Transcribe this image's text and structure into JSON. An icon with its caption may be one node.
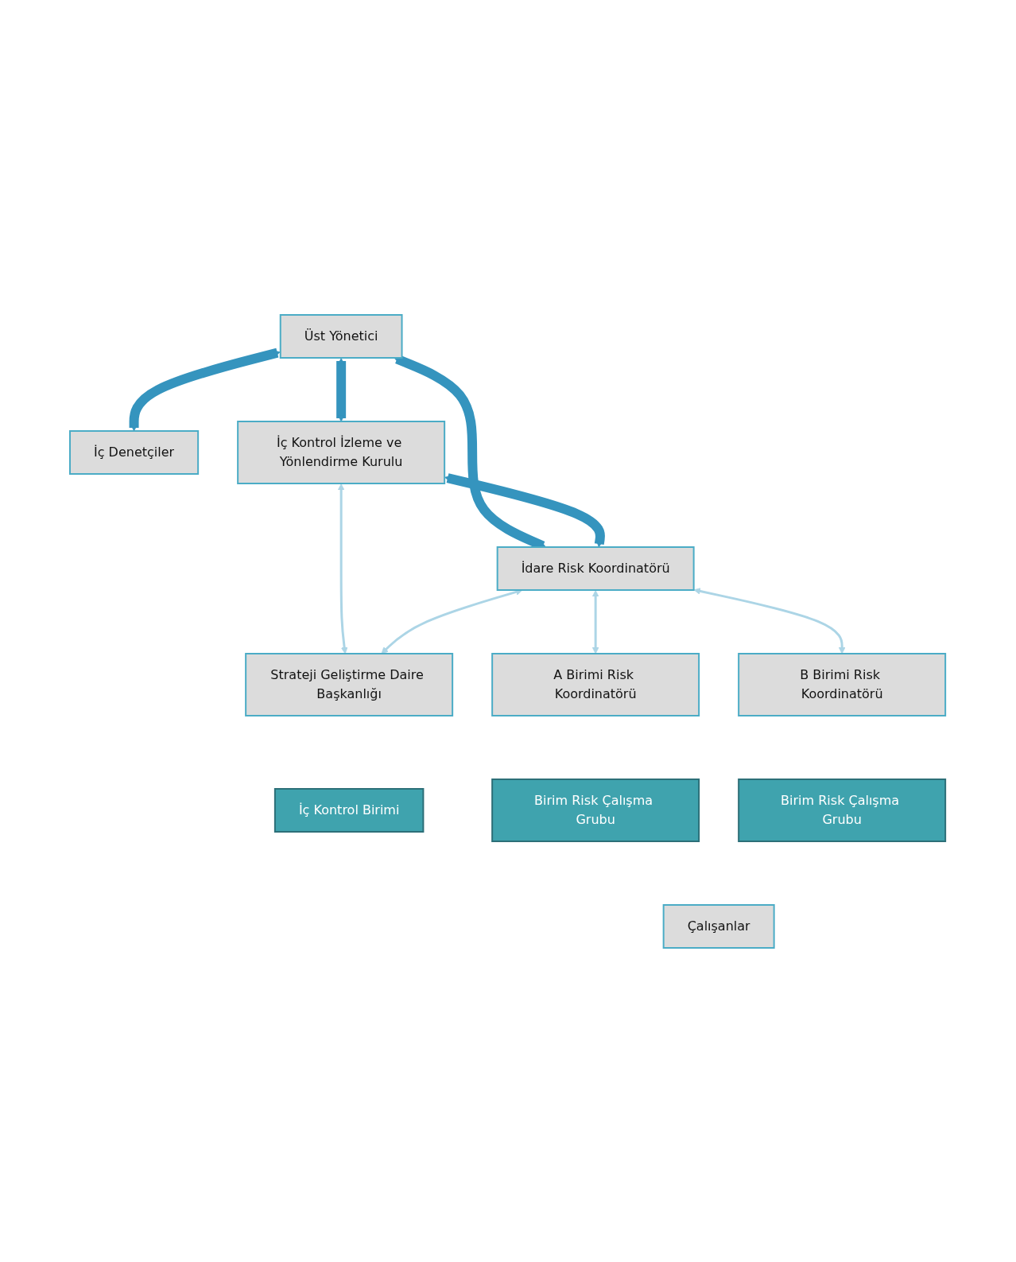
{
  "diagram": {
    "nodes": [
      {
        "text": [
          "Üst Yönetici"
        ]
      },
      {
        "text": [
          "İç Denetçiler"
        ]
      },
      {
        "text": [
          "İç Kontrol İzleme ve Yönlendirme Kurulu"
        ]
      },
      {
        "text": [
          "İdare Risk Koordinatörü"
        ]
      },
      {
        "text": [
          "Strateji Geliştirme Daire Başkanlığı"
        ]
      },
      {
        "text": [
          "İç Kontrol Birimi"
        ]
      },
      {
        "text": [
          "A Birimi Risk Koordinatörü"
        ]
      },
      {
        "text": [
          "B Birimi Risk Koordinatörü"
        ]
      },
      {
        "text": [
          "Birim Risk Çalışma Grubu"
        ]
      },
      {
        "text": [
          "Birim Risk Çalışma Grubu"
        ]
      },
      {
        "text": [
          "Çalışanlar"
        ]
      }
    ],
    "edges": [
      {
        "from": 0,
        "to": 1,
        "arrow": "both",
        "style": "thick"
      },
      {
        "from": 0,
        "to": 2,
        "arrow": "both",
        "style": "thick"
      },
      {
        "from": 0,
        "to": 3,
        "arrow": "both",
        "style": "thick"
      },
      {
        "from": 2,
        "to": 3,
        "arrow": "both",
        "style": "thick"
      },
      {
        "from": 2,
        "to": 4,
        "arrow": "both",
        "color": "#acd5e6"
      },
      {
        "from": 3,
        "to": 4,
        "arrow": "both",
        "color": "#acd5e6"
      },
      {
        "from": 3,
        "to": 6,
        "arrow": "both",
        "color": "#acd5e6"
      },
      {
        "from": 3,
        "to": 7,
        "arrow": "both",
        "color": "#acd5e6"
      }
    ]
  }
}
